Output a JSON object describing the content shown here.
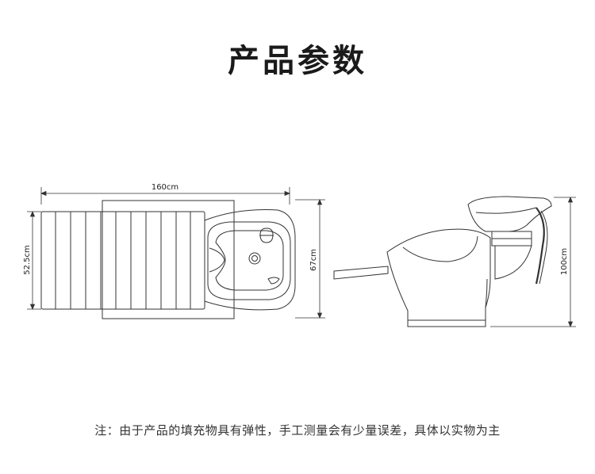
{
  "title": "产品参数",
  "dimensions": {
    "top_width": "160cm",
    "left_height": "52.5cm",
    "right_height": "67cm",
    "side_height": "100cm"
  },
  "note": "注：由于产品的填充物具有弹性，手工测量会有少量误差，具体以实物为主"
}
